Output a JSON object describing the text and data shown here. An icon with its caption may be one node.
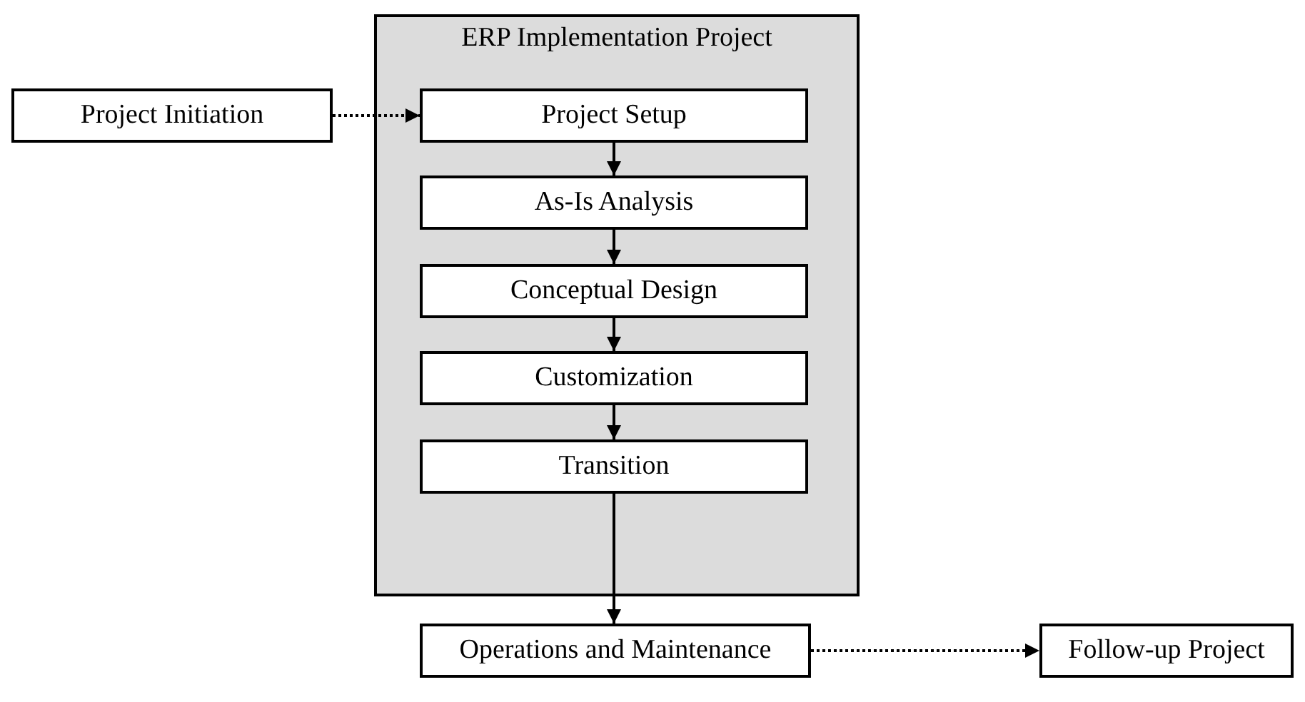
{
  "diagram": {
    "nodes": [
      {
        "text": [
          "ERP Implementation Project"
        ]
      },
      {
        "text": [
          "Project Setup"
        ],
        "in": 0
      },
      {
        "text": [
          "As-Is Analysis"
        ],
        "in": 0
      },
      {
        "text": [
          "Conceptual Design"
        ],
        "in": 0
      },
      {
        "text": [
          "Customization"
        ],
        "in": 0
      },
      {
        "text": [
          "Transition"
        ],
        "in": 0
      },
      {
        "text": [
          "Project Initiation"
        ]
      },
      {
        "text": [
          "Operations and Maintenance"
        ]
      },
      {
        "text": [
          "Follow-up Project"
        ]
      }
    ],
    "edges": [
      {
        "from": 6,
        "to": 1,
        "arrow": "to",
        "style": "dashed"
      },
      {
        "from": 1,
        "to": 2,
        "arrow": "to"
      },
      {
        "from": 2,
        "to": 3,
        "arrow": "to"
      },
      {
        "from": 3,
        "to": 4,
        "arrow": "to"
      },
      {
        "from": 4,
        "to": 5,
        "arrow": "to"
      },
      {
        "from": 5,
        "to": 7,
        "arrow": "to"
      },
      {
        "from": 7,
        "to": 8,
        "arrow": "to",
        "style": "dashed"
      }
    ]
  }
}
